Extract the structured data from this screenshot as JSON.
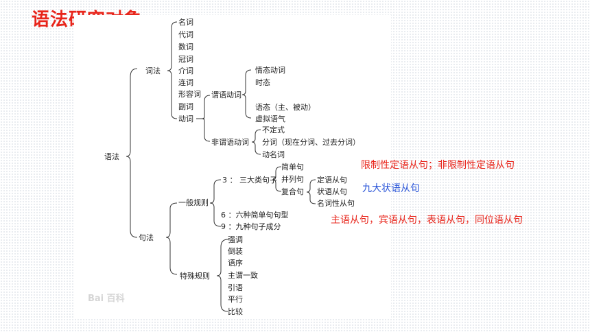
{
  "title": "语法研究对象",
  "colors": {
    "title": "#e8251b",
    "note_red": "#e8251b",
    "note_blue": "#2a55d8",
    "line": "#333333"
  },
  "tree": {
    "root": "语法",
    "morphology": {
      "label": "词法",
      "items": [
        "名词",
        "代词",
        "数词",
        "冠词",
        "介词",
        "连词",
        "形容词",
        "副词",
        "动词"
      ],
      "verb": {
        "finite": {
          "label": "谓语动词",
          "items": [
            "情态动词",
            "时态",
            "语态（主、被动）",
            "虚拟语气"
          ]
        },
        "nonfinite": {
          "label": "非谓语动词",
          "items": [
            "不定式",
            "分词（现在分词、过去分词）",
            "动名词"
          ]
        }
      }
    },
    "syntax": {
      "label": "句法",
      "general": {
        "label": "一般规则",
        "three": {
          "label": "3 ： 三大类句子",
          "items": [
            "简单句",
            "并列句",
            "复合句"
          ]
        },
        "complex_items": [
          "定语从句",
          "状语从句",
          "名词性从句"
        ],
        "six": "6  ：六种简单句句型",
        "nine": "9  ：九种句子成分"
      },
      "special": {
        "label": "特殊规则",
        "items": [
          "强调",
          "倒装",
          "语序",
          "主谓一致",
          "引语",
          "平行",
          "比较"
        ]
      }
    }
  },
  "notes": {
    "attributive": "限制性定语从句；非限制性定语从句",
    "adverbial": "九大状语从句",
    "nominal": "主语从句，宾语从句，表语从句，同位语从句"
  },
  "watermark": "Bai 百科"
}
